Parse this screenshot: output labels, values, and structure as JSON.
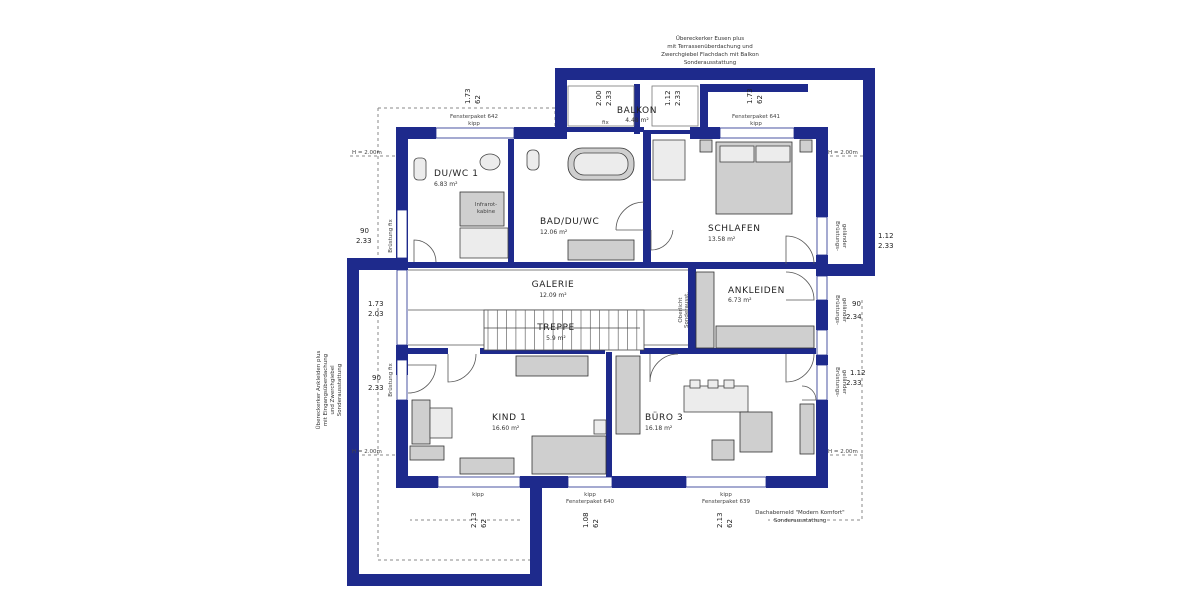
{
  "rooms": {
    "balkon": {
      "name": "BALKON",
      "area": "4.48 m²"
    },
    "duwc": {
      "name": "DU/WC 1",
      "area": "6.83 m²"
    },
    "bad": {
      "name": "BAD/DU/WC",
      "area": "12.06 m²"
    },
    "schlafen": {
      "name": "SCHLAFEN",
      "area": "13.58 m²"
    },
    "galerie": {
      "name": "GALERIE",
      "area": "12.09 m²"
    },
    "ankleiden": {
      "name": "ANKLEIDEN",
      "area": "6.73 m²"
    },
    "treppe": {
      "name": "TREPPE",
      "area": "5.9 m²"
    },
    "kind": {
      "name": "KIND 1",
      "area": "16.60 m²"
    },
    "buero": {
      "name": "BÜRO 3",
      "area": "16.18 m²"
    }
  },
  "notes": {
    "balkon_top": [
      "Übereckerker Eusen plus",
      "mit Terrassenüberdachung und",
      "Zwerchgiebel Flachdach mit Balkon",
      "Sonderausstattung"
    ],
    "left_side": [
      "Übereckerker Ankleiden plus",
      "mit Eingangsüberdachung",
      "und Zwerchgiebel",
      "Sonderausstattung"
    ],
    "bottom_right": [
      "Dachaberneld \"Modern Komfort\"",
      "Sonderausstattung"
    ],
    "fix": "fix",
    "infrarot": [
      "Infrarot-",
      "kabine"
    ]
  },
  "windows": {
    "fp642": "Fensterpaket 642",
    "fp641": "Fensterpaket 641",
    "fp640": "Fensterpaket 640",
    "fp639": "Fensterpaket 639",
    "kipp": "kipp",
    "bruestung": "Brüstungs-",
    "gelaender": "geländer",
    "bruestung_fix": "Brüstung fix",
    "oberlicht": "Oberlicht",
    "sonder": "Sonderausst."
  },
  "dimensions": {
    "top_173": "1.73",
    "top_62": "62",
    "balk_200": "2.00",
    "balk_233": "2.33",
    "balk_112": "1.12",
    "right_112": "1.12",
    "right_233a": "2.33",
    "left_90": "90",
    "left_233": "2.33",
    "gal_173": "1.73",
    "gal_203": "2.03",
    "right_90": "90",
    "right_234": "2.34",
    "kind_90": "90",
    "kind_233": "2.33",
    "buero_112": "1.12",
    "buero_233": "2.33",
    "bot_213": "2.13",
    "bot_108": "1.08",
    "bot_62": "62",
    "bot_213b": "2.13",
    "h200": "H = 2.00m"
  }
}
